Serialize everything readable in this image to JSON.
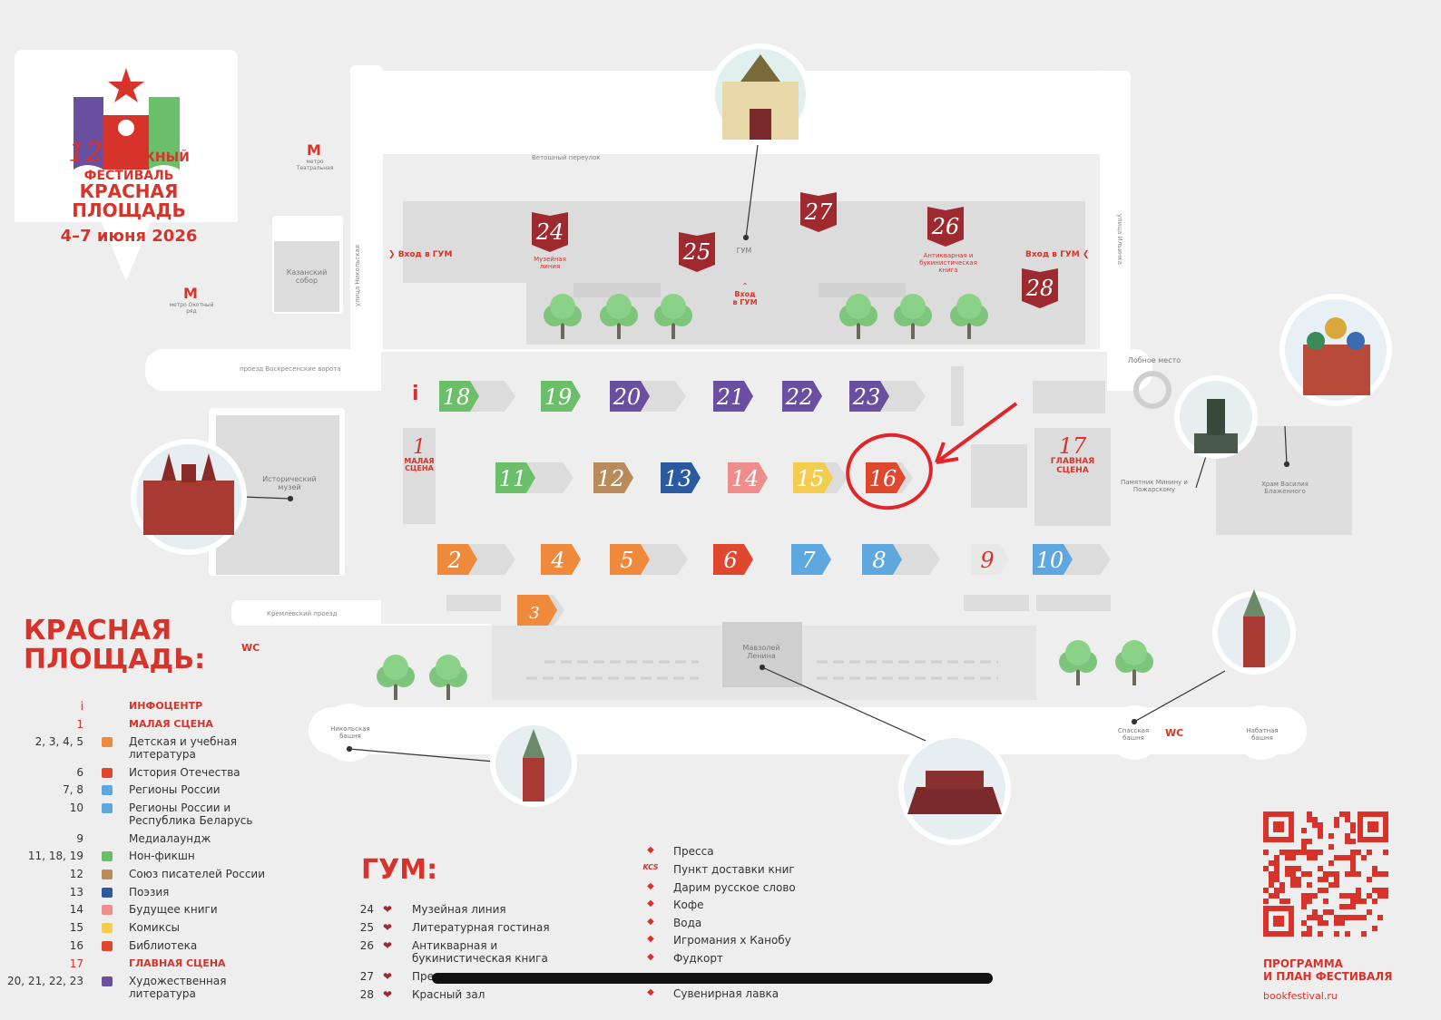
{
  "festival": {
    "number": "12",
    "name_line1": "КНИЖНЫЙ ФЕСТИВАЛЬ",
    "name_line2": "КРАСНАЯ ПЛОЩАДЬ",
    "dates": "4–7 июня 2026"
  },
  "map_labels": {
    "metro1": "метро Театральная",
    "metro2": "метро Охотный ряд",
    "street_vetoshny": "Ветошный переулок",
    "street_nikolskaya": "улица Никольская",
    "street_ilyinka": "улица Ильинка",
    "passage_voskr": "проезд Воскресенские ворота",
    "passage_kreml": "Кремлёвский проезд",
    "kazan": "Казанский собор",
    "hist_museum": "Исторический музей",
    "gum": "ГУМ",
    "gum_entry_left": "Вход в ГУМ",
    "gum_entry_right": "Вход в ГУМ",
    "gum_entry_center": "Вход в ГУМ",
    "lobnoe": "Лобное место",
    "minin": "Памятник Минину и Пожарскому",
    "vasily": "Храм Василия Блаженного",
    "mausoleum": "Мавзолей Ленина",
    "nikolskaya_tower": "Никольская башня",
    "spasskaya_tower": "Спасская башня",
    "nabatnaya_tower": "Набатная башня",
    "wc": "WC",
    "small_stage_num": "1",
    "small_stage": "МАЛАЯ СЦЕНА",
    "main_stage_num": "17",
    "main_stage": "ГЛАВНАЯ СЦЕНА",
    "info": "i",
    "gum24_sub": "Музейная линия",
    "gum26_sub": "Антикварная и букинистическая книга"
  },
  "colors": {
    "red": "#d8332a",
    "orange": "#ef8a3c",
    "dark_red": "#e0472f",
    "blue": "#5ea7df",
    "green": "#6cbf6a",
    "brown": "#b98a5a",
    "navy": "#2c5aa0",
    "pink": "#ef8d8d",
    "yellow": "#f4cd4e",
    "purple": "#6a4ea0",
    "gum_red": "#9e2a2f"
  },
  "stands": [
    {
      "num": "18",
      "color": "#6cbf6a"
    },
    {
      "num": "19",
      "color": "#6cbf6a"
    },
    {
      "num": "20",
      "color": "#6a4ea0"
    },
    {
      "num": "21",
      "color": "#6a4ea0"
    },
    {
      "num": "22",
      "color": "#6a4ea0"
    },
    {
      "num": "23",
      "color": "#6a4ea0"
    },
    {
      "num": "11",
      "color": "#6cbf6a"
    },
    {
      "num": "12",
      "color": "#b98a5a"
    },
    {
      "num": "13",
      "color": "#2c5aa0"
    },
    {
      "num": "14",
      "color": "#ef8d8d"
    },
    {
      "num": "15",
      "color": "#f4cd4e"
    },
    {
      "num": "16",
      "color": "#e0472f"
    },
    {
      "num": "2",
      "color": "#ef8a3c"
    },
    {
      "num": "4",
      "color": "#ef8a3c"
    },
    {
      "num": "5",
      "color": "#ef8a3c"
    },
    {
      "num": "6",
      "color": "#e0472f"
    },
    {
      "num": "7",
      "color": "#5ea7df"
    },
    {
      "num": "8",
      "color": "#5ea7df"
    },
    {
      "num": "9",
      "color": "#e8e8e8"
    },
    {
      "num": "10",
      "color": "#5ea7df"
    },
    {
      "num": "3",
      "color": "#ef8a3c"
    }
  ],
  "gum_books": [
    "24",
    "25",
    "27",
    "26",
    "28"
  ],
  "legend": {
    "title_line1": "КРАСНАЯ",
    "title_line2": "ПЛОЩАДЬ:",
    "items": [
      {
        "num": "i",
        "label": "ИНФОЦЕНТР",
        "color": "",
        "red": true
      },
      {
        "num": "1",
        "label": "МАЛАЯ СЦЕНА",
        "color": "",
        "red": true
      },
      {
        "num": "2, 3, 4, 5",
        "label": "Детская и учебная литература",
        "color": "#ef8a3c",
        "red": false
      },
      {
        "num": "6",
        "label": "История Отечества",
        "color": "#e0472f",
        "red": false
      },
      {
        "num": "7, 8",
        "label": "Регионы России",
        "color": "#5ea7df",
        "red": false
      },
      {
        "num": "10",
        "label": "Регионы России и Республика Беларусь",
        "color": "#5ea7df",
        "red": false
      },
      {
        "num": "9",
        "label": "Медиалаундж",
        "color": "",
        "red": false
      },
      {
        "num": "11, 18, 19",
        "label": "Нон-фикшн",
        "color": "#6cbf6a",
        "red": false
      },
      {
        "num": "12",
        "label": "Союз писателей России",
        "color": "#b98a5a",
        "red": false
      },
      {
        "num": "13",
        "label": "Поэзия",
        "color": "#2c5aa0",
        "red": false
      },
      {
        "num": "14",
        "label": "Будущее книги",
        "color": "#ef8d8d",
        "red": false
      },
      {
        "num": "15",
        "label": "Комиксы",
        "color": "#f4cd4e",
        "red": false
      },
      {
        "num": "16",
        "label": "Библиотека",
        "color": "#e0472f",
        "red": false
      },
      {
        "num": "17",
        "label": "ГЛАВНАЯ СЦЕНА",
        "color": "",
        "red": true
      },
      {
        "num": "20, 21, 22, 23",
        "label": "Художественная литература",
        "color": "#6a4ea0",
        "red": false
      }
    ]
  },
  "gum_legend": {
    "title": "ГУМ:",
    "items": [
      {
        "num": "24",
        "label": "Музейная линия"
      },
      {
        "num": "25",
        "label": "Литературная гостиная"
      },
      {
        "num": "26",
        "label": "Антикварная и букинистическая книга"
      },
      {
        "num": "27",
        "label": "Пре"
      },
      {
        "num": "28",
        "label": "Красный зал"
      }
    ]
  },
  "services": [
    {
      "icon": "megaphone-icon",
      "label": "Пресса"
    },
    {
      "icon": "kcs-icon",
      "label": "Пункт доставки книг"
    },
    {
      "icon": "open-book-icon",
      "label": "Дарим русское слово"
    },
    {
      "icon": "coffee-icon",
      "label": "Кофе"
    },
    {
      "icon": "water-drop-icon",
      "label": "Вода"
    },
    {
      "icon": "gamepad-icon",
      "label": "Игромания x Канобу"
    },
    {
      "icon": "fork-knife-icon",
      "label": "Фудкорт"
    },
    {
      "icon": "gift-box-icon",
      "label": "Сувенирная лавка"
    }
  ],
  "qr": {
    "caption_line1": "ПРОГРАММА",
    "caption_line2": "И ПЛАН ФЕСТИВАЛЯ",
    "url": "bookfestival.ru"
  }
}
